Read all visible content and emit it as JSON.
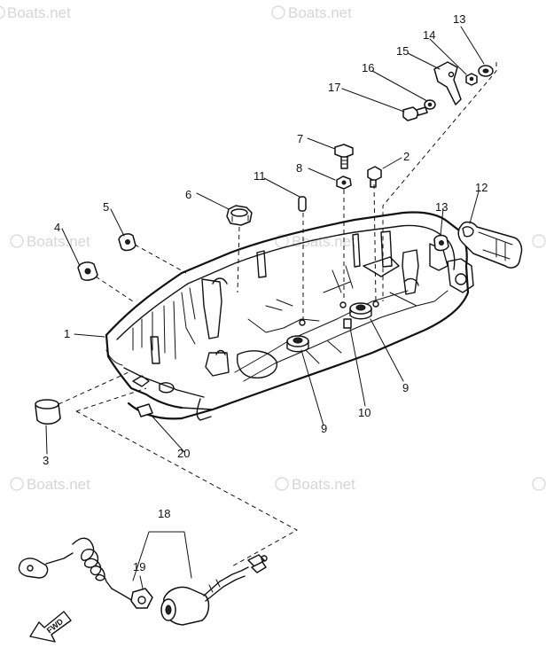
{
  "watermark": {
    "text": "Boats.net",
    "symbol": "©",
    "color": "#d6d6d6"
  },
  "callouts": {
    "c1": "1",
    "c2": "2",
    "c3": "3",
    "c4": "4",
    "c5": "5",
    "c6": "6",
    "c7": "7",
    "c8": "8",
    "c9a": "9",
    "c9b": "9",
    "c10": "10",
    "c11": "11",
    "c12": "12",
    "c13a": "13",
    "c13b": "13",
    "c14": "14",
    "c15": "15",
    "c16": "16",
    "c17": "17",
    "c18": "18",
    "c19": "19",
    "c20": "20"
  },
  "fwd_label": "FWD",
  "line_color": "#111111"
}
